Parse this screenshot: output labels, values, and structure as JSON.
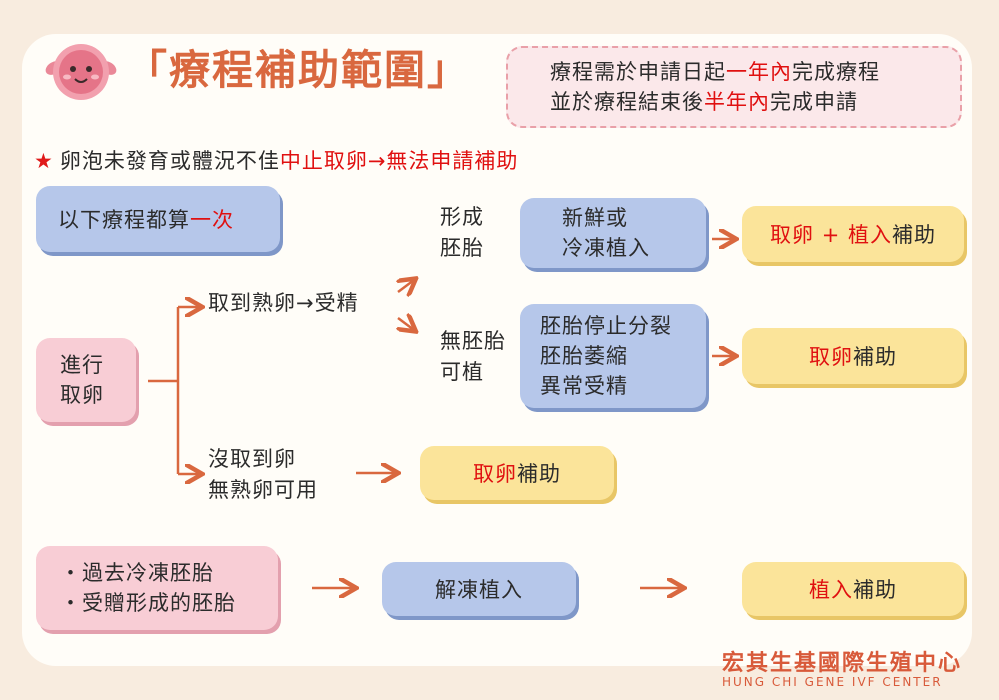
{
  "title": "「療程補助範圍」",
  "note": {
    "line1_a": "療程需於申請日起",
    "line1_b": "一年內",
    "line1_c": "完成療程",
    "line2_a": "並於療程結束後",
    "line2_b": "半年內",
    "line2_c": "完成申請"
  },
  "warning": {
    "icon": "★",
    "text_a": "卵泡未發育或體況不佳",
    "text_b": "中止取卵→無法申請補助"
  },
  "once_box": {
    "a": "以下療程都算",
    "b": "一次"
  },
  "start_box": {
    "line1": "進行",
    "line2": "取卵"
  },
  "branch_mature": "取到熟卵→受精",
  "branch_none": {
    "line1": "沒取到卵",
    "line2": "無熟卵可用"
  },
  "formed": {
    "line1": "形成",
    "line2": "胚胎"
  },
  "not_formed": {
    "line1": "無胚胎",
    "line2": "可植"
  },
  "transfer_box": {
    "line1": "新鮮或",
    "line2": "冷凍植入"
  },
  "stop_box": {
    "line1": "胚胎停止分裂",
    "line2": "胚胎萎縮",
    "line3": "異常受精"
  },
  "result_both": {
    "a": "取卵 + 植入",
    "b": "補助"
  },
  "result_retrieval_1": {
    "a": "取卵",
    "b": "補助"
  },
  "result_retrieval_2": {
    "a": "取卵",
    "b": "補助"
  },
  "frozen_box": {
    "line1": "・過去冷凍胚胎",
    "line2": "・受贈形成的胚胎"
  },
  "thaw_box": "解凍植入",
  "result_transfer": {
    "a": "植入",
    "b": "補助"
  },
  "logo": {
    "cn": "宏其生基國際生殖中心",
    "en": "HUNG CHI GENE IVF CENTER"
  },
  "colors": {
    "accent": "#d9683f",
    "emphasis": "#e01010",
    "blue": "#b6c7ea",
    "pink": "#f8cdd5",
    "yellow": "#fbe49a"
  }
}
